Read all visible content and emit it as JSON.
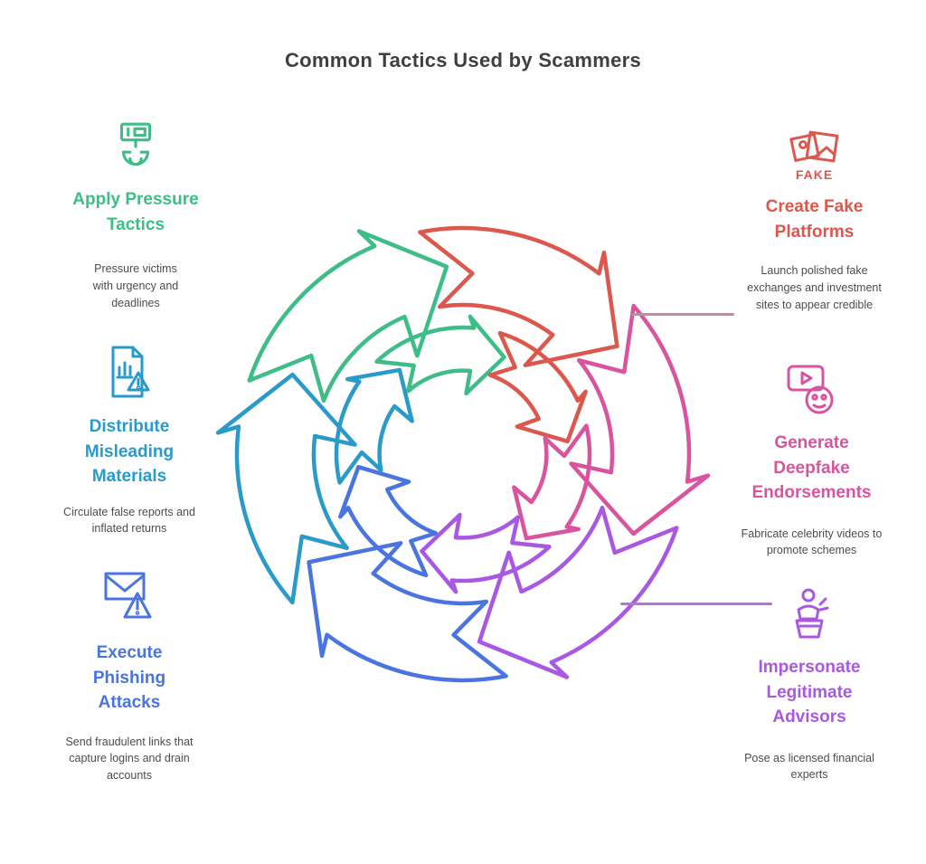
{
  "title": "Common Tactics Used by Scammers",
  "diagram": {
    "type": "cycle",
    "direction": "clockwise",
    "segments": 6,
    "style": "hand-drawn outline arrows, outer and inner ring"
  },
  "items": [
    {
      "label": "Apply Pressure Tactics",
      "description": "Pressure victims with urgency and deadlines",
      "color": "#3ebd88",
      "icon": "pressure-plunger-icon",
      "position": "top-left"
    },
    {
      "label": "Create Fake Platforms",
      "description": "Launch polished fake exchanges and investment sites to appear credible",
      "color": "#dc584e",
      "icon": "fake-stamp-icon",
      "icon_text": "FAKE",
      "position": "top-right",
      "connector_color": "#b5929c"
    },
    {
      "label": "Generate Deepfake Endorsements",
      "description": "Fabricate celebrity videos to promote schemes",
      "color": "#d8549f",
      "icon": "deepfake-video-icon",
      "position": "right"
    },
    {
      "label": "Impersonate Legitimate Advisors",
      "description": "Pose as licensed financial experts",
      "color": "#a958e3",
      "icon": "advisor-podium-icon",
      "position": "bottom-right",
      "connector_color": "#a77fc5"
    },
    {
      "label": "Distribute Misleading Materials",
      "description": "Circulate false reports and inflated returns",
      "color": "#2a9aca",
      "icon": "misleading-document-icon",
      "position": "left"
    },
    {
      "label": "Execute Phishing Attacks",
      "description": "Send fraudulent links that capture logins and drain accounts",
      "color": "#4a74e0",
      "icon": "phishing-email-icon",
      "position": "bottom-left"
    }
  ]
}
